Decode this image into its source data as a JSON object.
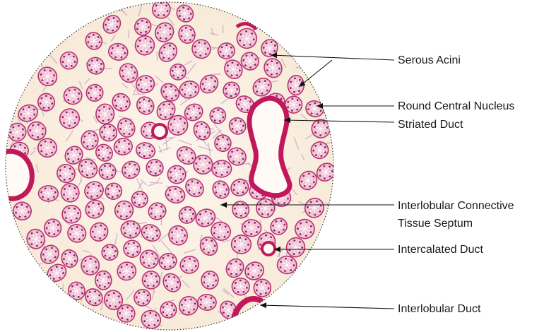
{
  "labels": {
    "serous_acini": "Serous Acini",
    "round_central_nucleus": "Round Central Nucleus",
    "striated_duct": "Striated Duct",
    "interlobular_septum_line1": "Interlobular Connective",
    "interlobular_septum_line2": "Tissue Septum",
    "intercalated_duct": "Intercalated Duct",
    "interlobular_duct": "Interlobular Duct"
  },
  "colors": {
    "background": "#fbf3ea",
    "acinus_fill": "#f2c4d6",
    "acinus_stroke": "#b8306e",
    "nucleus": "#7a2a6a",
    "duct_epithelium": "#c2185b",
    "septum_fiber": "#b48ab8",
    "leader_line": "#111111"
  }
}
